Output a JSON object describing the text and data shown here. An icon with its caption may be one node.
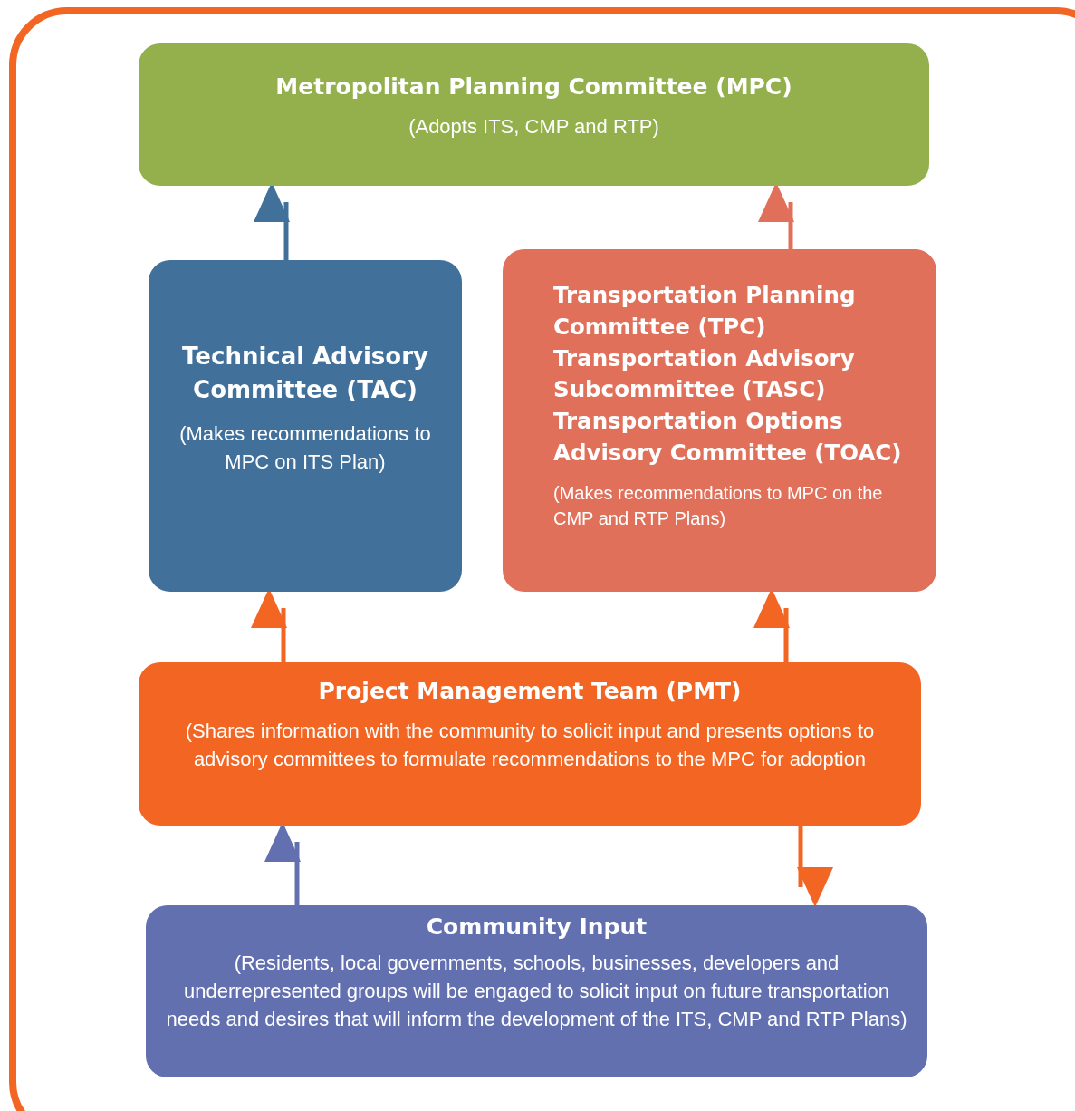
{
  "diagram": {
    "nodes": [
      {
        "text": [
          "Metropolitan Planning Committee (MPC)",
          "(Adopts ITS, CMP and RTP)"
        ]
      },
      {
        "text": [
          "Technical Advisory Committee (TAC)",
          "(Makes recommendations to MPC on ITS Plan)"
        ]
      },
      {
        "text": [
          "Transportation Planning Committee (TPC)",
          "Transportation Advisory Subcommittee (TASC)",
          "Transportation Options Advisory Committee (TOAC)",
          "(Makes recommendations to MPC on the CMP and RTP Plans)"
        ]
      },
      {
        "text": [
          "Project Management Team (PMT)",
          "(Shares information with the community to solicit input and presents options to advisory committees to formulate recommendations to the MPC for adoption"
        ]
      },
      {
        "text": [
          "Community Input",
          "(Residents, local governments, schools, businesses, developers and underrepresented groups will be engaged to solicit input on future transportation needs and desires that will inform the development of the ITS, CMP and RTP Plans)"
        ]
      }
    ],
    "edges": [
      {
        "from": 1,
        "to": 0,
        "arrow": "to",
        "color": "#41709a"
      },
      {
        "from": 2,
        "to": 0,
        "arrow": "to",
        "color": "#e1705a"
      },
      {
        "from": 3,
        "to": 1,
        "arrow": "to"
      },
      {
        "from": 3,
        "to": 2,
        "arrow": "to"
      },
      {
        "from": 4,
        "to": 3,
        "arrow": "to",
        "color": "#6370b0"
      },
      {
        "from": 3,
        "to": 4,
        "arrow": "to"
      }
    ]
  }
}
